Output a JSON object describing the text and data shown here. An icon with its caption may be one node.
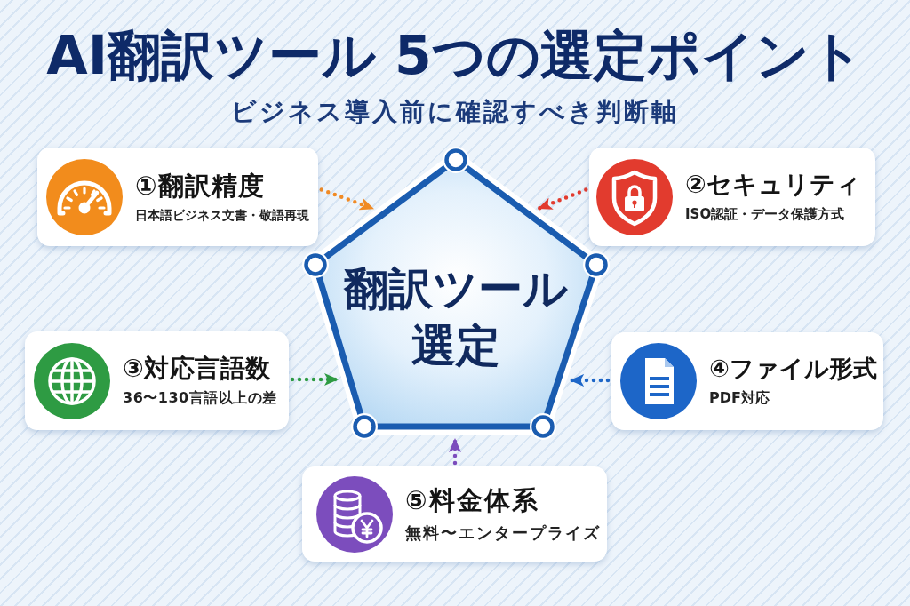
{
  "diagram": {
    "title": "AI翻訳ツール 5つの選定ポイント",
    "nodes": [
      {
        "text": [
          "翻訳ツール選定"
        ]
      },
      {
        "text": [
          "①翻訳精度",
          "日本語ビジネス文書・敬語再現"
        ]
      },
      {
        "text": [
          "②セキュリティ",
          "ISO認証・データ保護方式"
        ]
      },
      {
        "text": [
          "③対応言語数",
          "36〜130言語以上の差"
        ]
      },
      {
        "text": [
          "④ファイル形式",
          "PDF対応"
        ]
      },
      {
        "text": [
          "⑤料金体系",
          "無料〜エンタープライズ"
        ]
      }
    ],
    "edges": [
      {
        "from": 1,
        "to": 0,
        "arrow": "to",
        "style": "dashed",
        "color": "#f08a24"
      },
      {
        "from": 2,
        "to": 0,
        "arrow": "to",
        "style": "dashed",
        "color": "#e23b2e"
      },
      {
        "from": 3,
        "to": 0,
        "arrow": "to",
        "style": "dashed",
        "color": "#2e9b43"
      },
      {
        "from": 4,
        "to": 0,
        "arrow": "to",
        "style": "dashed",
        "color": "#1d66c8"
      },
      {
        "from": 5,
        "to": 0,
        "arrow": "to",
        "style": "dashed",
        "color": "#7c4dbd"
      }
    ],
    "labels": [
      "ビジネス導入前に確認すべき判断軸"
    ]
  }
}
